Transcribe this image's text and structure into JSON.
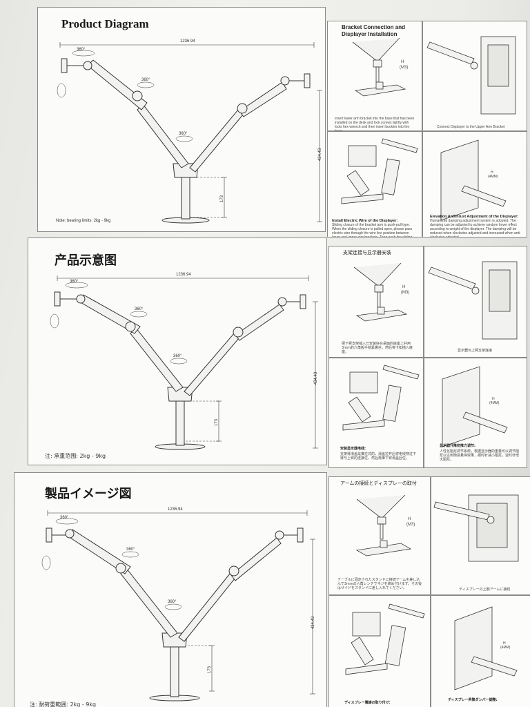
{
  "sections": [
    {
      "title": "Product Diagram",
      "dim_top": "1236.94",
      "dim_side": "434.43",
      "dim_pole": "173",
      "rot": [
        "360°",
        "360°",
        "360°"
      ],
      "note": "Note: bearing limits: 2kg - 9kg",
      "steps": {
        "s1_title": "Bracket Connection and Displayer Installation",
        "s1_label_h": "H",
        "s1_label_m": "(M3)",
        "s1_caption": "Insert lower arm bracket into the base that has been installed on the desk and lock screws tightly with tools hex wrench and then insert buckles into the base.",
        "s2_caption": "Connect Displayer to the Upper Arm Bracket",
        "s3_caption_title": "Install Electric Wire of the Displayer:",
        "s3_caption": "Sliding closure of the bracket arm is push-pull type. When the sliding closure is pulled open, please pass electric wire through the wire line position between lower and upper arm brackets. Then push the sliding closure of lower arm bracket back.",
        "s4_label_h": "H",
        "s4_label_m": "(4MM)",
        "s4_caption_title": "Elevation Antithrust Adjustment of the Displayer:",
        "s4_caption": "Humanized damping adjustment system is adopted. The damping can be adjusted to achieve random hover effect according to weight of the displayer. The damping will be reduced when clockwise adjusted and increased when anti-clockwise adjusted."
      }
    },
    {
      "title": "产品示意图",
      "dim_top": "1236.94",
      "dim_side": "434.43",
      "dim_pole": "173",
      "rot": [
        "360°",
        "360°",
        "360°"
      ],
      "note": "注: 承重范围: 2kg - 9kg",
      "steps": {
        "s1_title": "支架连接与显示器安装",
        "s1_label_h": "H",
        "s1_label_m": "(M3)",
        "s1_caption": "把下臂支架插入已安装好在桌面的底座上并用3mm的六角扳手锁紧螺丝，然后将卡扣插入底座。",
        "s2_caption": "显示器与上臂支架连接",
        "s3_caption_title": "安装显示器电线:",
        "s3_caption": "支架臂滑盖是推拉式的，滑盖拉开后将电线穿过下臂与上臂的连接位，然后再推下臂滑盖回位。",
        "s4_label_h": "H",
        "s4_label_m": "(4MM)",
        "s4_caption_title": "显示器升降抗推力调节:",
        "s4_caption": "人性化阻尼调节系统，根据显示器的重量可以调节阻尼以达到随意悬停效果，顺时针减小阻尼，逆时针增大阻尼。"
      }
    },
    {
      "title": "製品イメージ図",
      "dim_top": "1236.94",
      "dim_side": "434.43",
      "dim_pole": "173",
      "rot": [
        "360°",
        "360°",
        "360°"
      ],
      "note": "注: 耐荷重範囲: 2kg - 9kg",
      "steps": {
        "s1_title": "アームの接続とディスプレーの取付",
        "s1_label_h": "H",
        "s1_label_m": "(M3)",
        "s1_caption": "テーブルに固定されたスタンドに接続アームを差し込んで3mmの六角レンチでネジを締め付けます。その後はサイドをスタンドに差し入れてください。",
        "s2_caption": "ディスプレーの上腕アームに接続",
        "s3_caption_title": "ディスプレー電線の取り付け:",
        "s3_caption": "",
        "s4_label_h": "H",
        "s4_label_m": "(4MM)",
        "s4_caption_title": "ディスプレー昇降ダンパー調整:",
        "s4_caption": ""
      }
    }
  ]
}
